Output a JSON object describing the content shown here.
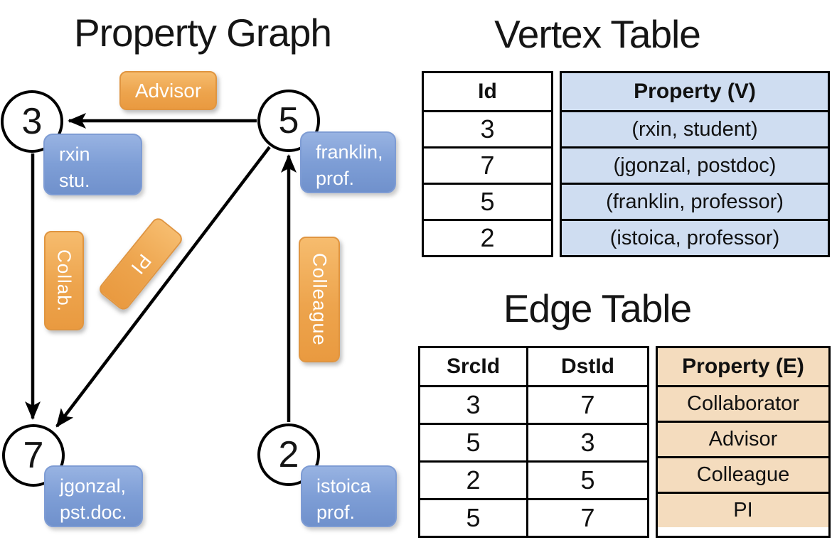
{
  "graph": {
    "title": "Property Graph",
    "nodes": [
      {
        "id": "3",
        "prop_line1": "rxin",
        "prop_line2": "stu."
      },
      {
        "id": "5",
        "prop_line1": "franklin,",
        "prop_line2": "prof."
      },
      {
        "id": "7",
        "prop_line1": "jgonzal,",
        "prop_line2": "pst.doc."
      },
      {
        "id": "2",
        "prop_line1": "istoica",
        "prop_line2": "prof."
      }
    ],
    "edge_labels": {
      "advisor": "Advisor",
      "collab": "Collab.",
      "pi": "PI",
      "colleague": "Colleague"
    }
  },
  "vertex_table": {
    "title": "Vertex Table",
    "columns": {
      "id": "Id",
      "property": "Property (V)"
    },
    "rows": [
      {
        "id": "3",
        "property": "(rxin, student)"
      },
      {
        "id": "7",
        "property": "(jgonzal, postdoc)"
      },
      {
        "id": "5",
        "property": "(franklin, professor)"
      },
      {
        "id": "2",
        "property": "(istoica, professor)"
      }
    ]
  },
  "edge_table": {
    "title": "Edge Table",
    "columns": {
      "src": "SrcId",
      "dst": "DstId",
      "property": "Property (E)"
    },
    "rows": [
      {
        "src": "3",
        "dst": "7",
        "property": "Collaborator"
      },
      {
        "src": "5",
        "dst": "3",
        "property": "Advisor"
      },
      {
        "src": "2",
        "dst": "5",
        "property": "Colleague"
      },
      {
        "src": "5",
        "dst": "7",
        "property": "PI"
      }
    ]
  },
  "colors": {
    "edge_label_orange": "#ED9F45",
    "vertex_prop_blue": "#7E9ED6",
    "vertex_cell_blue": "#CFDDF1",
    "edge_cell_tan": "#F4DCBE",
    "line_black": "#000000"
  }
}
